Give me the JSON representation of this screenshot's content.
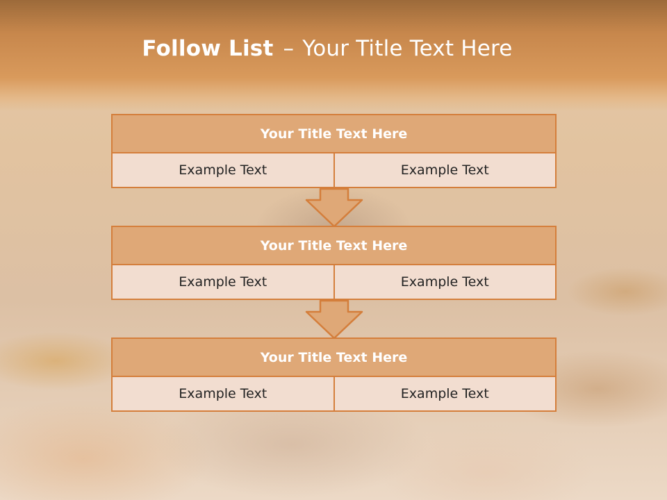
{
  "slide": {
    "title_bold": "Follow List",
    "title_separator": "–",
    "title_rest": "Your Title Text Here"
  },
  "blocks": [
    {
      "heading": "Your Title Text Here",
      "left": "Example Text",
      "right": "Example Text"
    },
    {
      "heading": "Your Title Text Here",
      "left": "Example Text",
      "right": "Example Text"
    },
    {
      "heading": "Your Title Text Here",
      "left": "Example Text",
      "right": "Example Text"
    }
  ],
  "colors": {
    "accent": "#d47e3b",
    "heading_fill": "#dfa877",
    "cell_fill": "#f2ddd0"
  }
}
